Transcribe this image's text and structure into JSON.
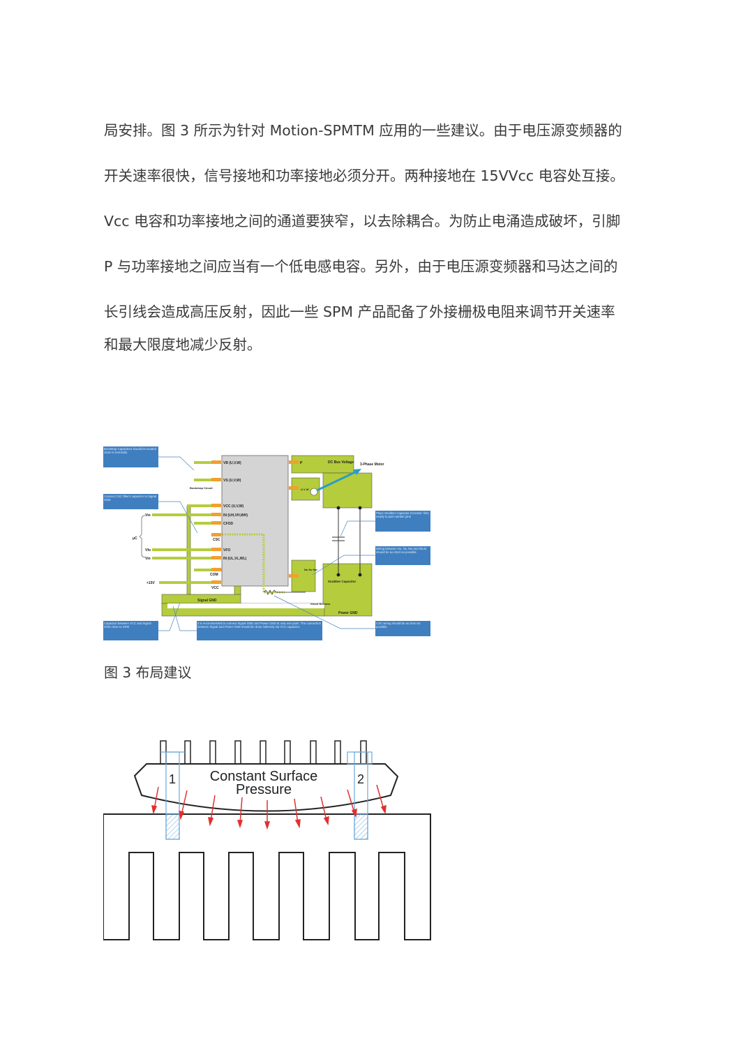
{
  "paragraph": {
    "lines": [
      "局安排。图 3 所示为针对 Motion-SPMTM 应用的一些建议。由于电压源变频器的",
      "开关速率很快，信号接地和功率接地必须分开。两种接地在 15VVcc 电容处互接。",
      "Vcc 电容和功率接地之间的通道要狭窄，以去除耦合。为防止电涌造成破坏，引脚",
      "P 与功率接地之间应当有一个低电感电容。另外，由于电压源变频器和马达之间的",
      "长引线会造成高压反射，因此一些 SPM 产品配备了外接栅极电阻来调节开关速率",
      "和最大限度地减少反射。"
    ]
  },
  "figure3": {
    "caption": "图 3 布局建议",
    "pins": [
      "VB (U,V,W)",
      "VS (U,V,W)",
      "VCC (U,V,W)",
      "IN (UH,VH,WH)",
      "CFOD",
      "CSC",
      "VFO",
      "IN (UL,VL,WL)",
      "COM",
      "VCC"
    ],
    "labels": {
      "p": "P",
      "uvw": "U V W",
      "dc_bus": "DC Bus Voltage",
      "motor": "3-Phase Motor",
      "bootstrap": "Bootstrap Circuit",
      "vin1": "Vin",
      "vfo": "Vfo",
      "vin2": "Vin",
      "uc": "μC",
      "plus15": "+15V",
      "signal_gnd": "Signal GND",
      "power_gnd": "Power GND",
      "nuvw": "Nu Nv Nw",
      "snubber": "Snubber Capacitor",
      "shunt": "Shunt Resistor"
    },
    "callouts": {
      "bootstrap_note": "Bootstrap Capacitors should be located close to terminals",
      "csc_note": "Connect CSC filter's capacitor to Signal GND",
      "vcc_cap_note": "Capacitor between VCC and Signal GND close to SPM",
      "gnd_note": "It is recommended to connect Signal GND and Power GND at only one point. The connection between Signal and Power GND should be done indirectly via VCC capacitor.",
      "snubber_note": "Place Snubber Capacitor (Ceramic film) nearly to part number pins",
      "wiring_note": "Wiring between Nu, Nv, Nw and shunt should be as short as possible",
      "csc_wiring_note": "CSC wiring should be as short as possible"
    },
    "colors": {
      "green": "#b5cc3c",
      "blue": "#3f7fc0",
      "orange": "#f0a030",
      "chip": "#d4d4d4"
    }
  },
  "figure4": {
    "title_line1": "Constant Surface",
    "title_line2": "Pressure",
    "screw1": "1",
    "screw2": "2",
    "colors": {
      "arrow": "#e03030",
      "screw": "#6aa8d8"
    }
  }
}
